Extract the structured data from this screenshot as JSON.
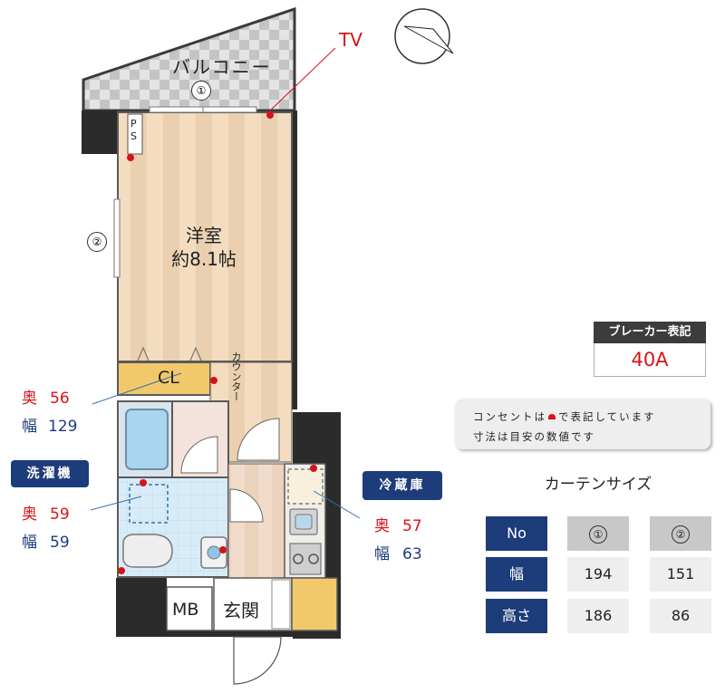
{
  "floor_plan": {
    "balcony": "バルコニー",
    "window_1": "①",
    "window_2": "②",
    "ps": "PS",
    "room": "洋室",
    "room_size": "約8.1帖",
    "closet": "CL",
    "counter": "カウンター",
    "entrance": "玄関",
    "mb": "MB",
    "tv": "TV"
  },
  "colors": {
    "outlet": "#d8121a",
    "header_blue": "#1d3c7a",
    "wall": "#2b2b2b",
    "room_floor": "#f1d7b8"
  },
  "dimensions": {
    "closet": {
      "depth_label": "奥",
      "depth": "56",
      "width_label": "幅",
      "width": "129"
    },
    "washer": {
      "tag": "洗濯機",
      "depth_label": "奥",
      "depth": "59",
      "width_label": "幅",
      "width": "59"
    },
    "fridge": {
      "tag": "冷蔵庫",
      "depth_label": "奥",
      "depth": "57",
      "width_label": "幅",
      "width": "63"
    }
  },
  "breaker": {
    "title": "ブレーカー表記",
    "value": "40A"
  },
  "notice": {
    "line1_before": "コンセントは",
    "line1_after": "で表記しています",
    "line2": "寸法は目安の数値です"
  },
  "curtain": {
    "title": "カーテンサイズ",
    "headers": {
      "no": "No",
      "width": "幅",
      "height": "高さ"
    },
    "windows": [
      {
        "no": "①",
        "width": "194",
        "height": "186"
      },
      {
        "no": "②",
        "width": "151",
        "height": "86"
      }
    ]
  }
}
